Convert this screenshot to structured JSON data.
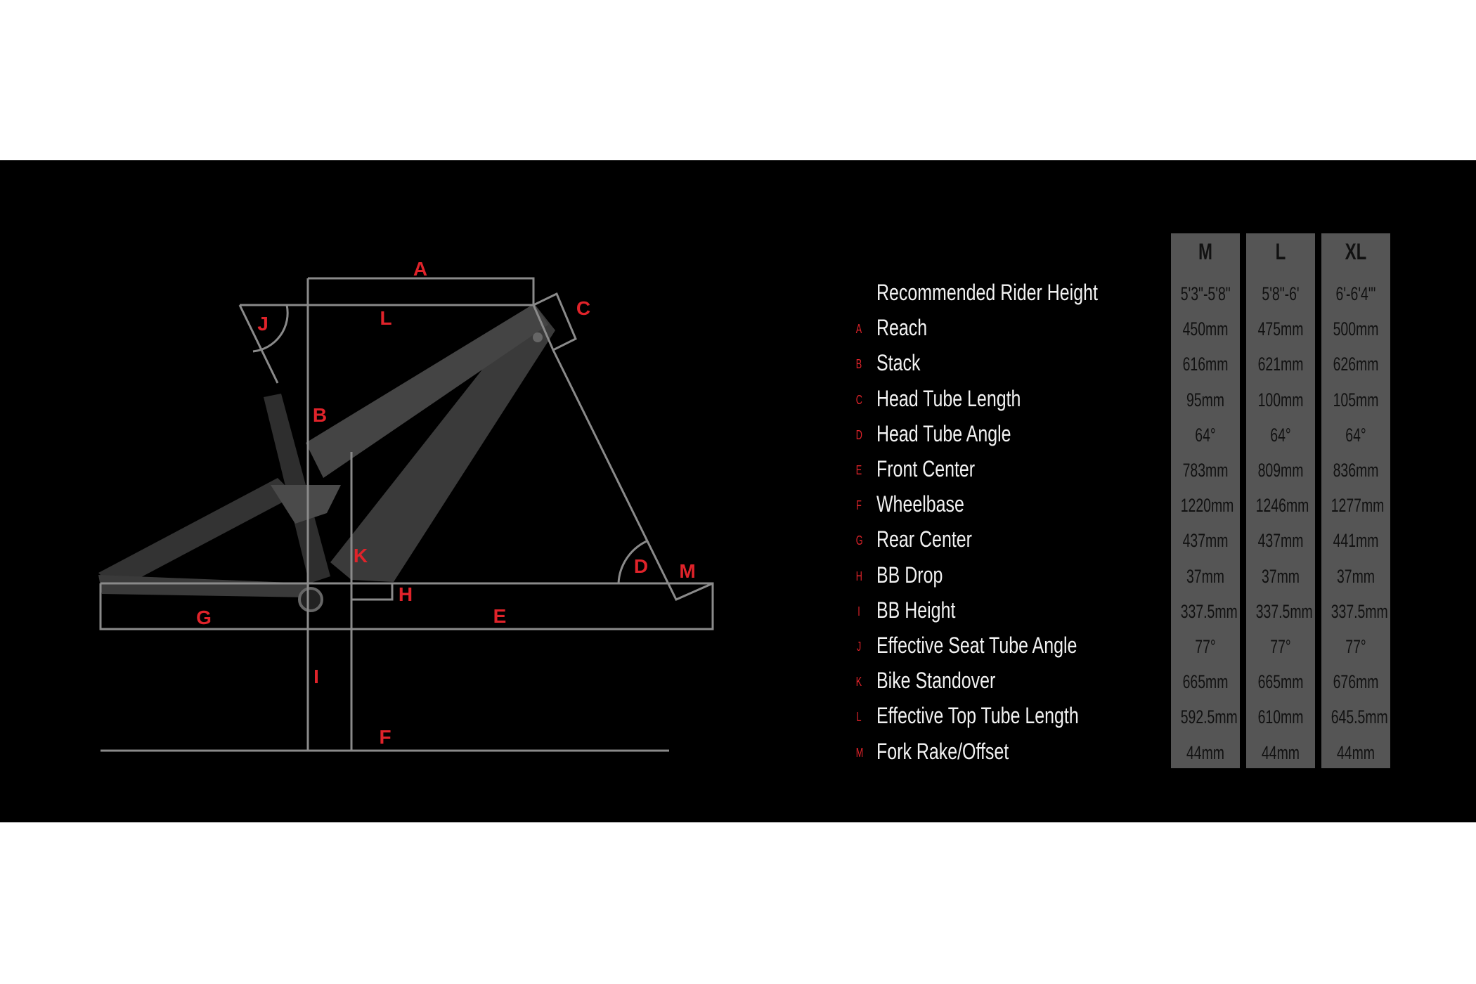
{
  "sizes": [
    "M",
    "L",
    "XL"
  ],
  "rows": [
    {
      "letter": "",
      "label": "Recommended Rider Height",
      "values": [
        "5'3\"-5'8\"",
        "5'8\"-6'",
        "6'-6'4\"'"
      ]
    },
    {
      "letter": "A",
      "label": "Reach",
      "values": [
        "450mm",
        "475mm",
        "500mm"
      ]
    },
    {
      "letter": "B",
      "label": "Stack",
      "values": [
        "616mm",
        "621mm",
        "626mm"
      ]
    },
    {
      "letter": "C",
      "label": "Head Tube Length",
      "values": [
        "95mm",
        "100mm",
        "105mm"
      ]
    },
    {
      "letter": "D",
      "label": "Head Tube Angle",
      "values": [
        "64°",
        "64°",
        "64°"
      ]
    },
    {
      "letter": "E",
      "label": "Front Center",
      "values": [
        "783mm",
        "809mm",
        "836mm"
      ]
    },
    {
      "letter": "F",
      "label": "Wheelbase",
      "values": [
        "1220mm",
        "1246mm",
        "1277mm"
      ]
    },
    {
      "letter": "G",
      "label": "Rear Center",
      "values": [
        "437mm",
        "437mm",
        "441mm"
      ]
    },
    {
      "letter": "H",
      "label": "BB Drop",
      "values": [
        "37mm",
        "37mm",
        "37mm"
      ]
    },
    {
      "letter": "I",
      "label": "BB Height",
      "values": [
        "337.5mm",
        "337.5mm",
        "337.5mm"
      ]
    },
    {
      "letter": "J",
      "label": "Effective Seat Tube Angle",
      "values": [
        "77°",
        "77°",
        "77°"
      ]
    },
    {
      "letter": "K",
      "label": "Bike Standover",
      "values": [
        "665mm",
        "665mm",
        "676mm"
      ]
    },
    {
      "letter": "L",
      "label": "Effective Top Tube Length",
      "values": [
        "592.5mm",
        "610mm",
        "645.5mm"
      ]
    },
    {
      "letter": "M",
      "label": "Fork Rake/Offset",
      "values": [
        "44mm",
        "44mm",
        "44mm"
      ]
    }
  ],
  "diagram_letters": [
    "A",
    "B",
    "C",
    "D",
    "E",
    "F",
    "G",
    "H",
    "I",
    "J",
    "K",
    "L",
    "M"
  ],
  "colors": {
    "accent": "#e0232a",
    "column": "#555555",
    "line": "#8a8a8a"
  }
}
